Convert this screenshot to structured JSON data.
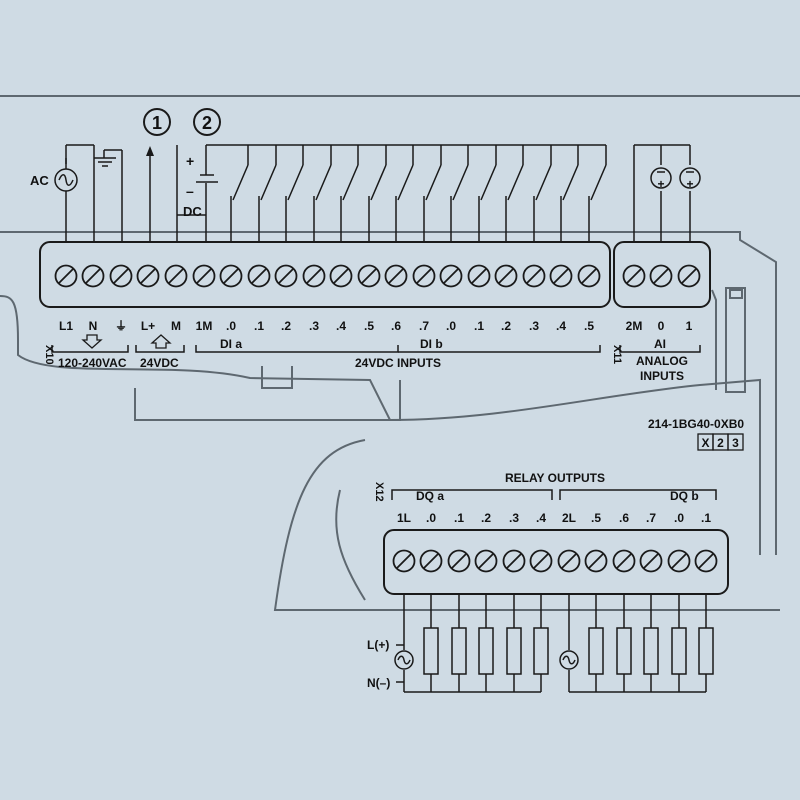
{
  "callouts": [
    "1",
    "2"
  ],
  "supply": {
    "ac_label": "AC",
    "dc_plus": "+",
    "dc_minus": "–",
    "dc_label": "DC"
  },
  "top_block": {
    "connector_id": "X10",
    "terminals": [
      "L1",
      "N",
      "⏚",
      "L+",
      "M",
      "1M",
      ".0",
      ".1",
      ".2",
      ".3",
      ".4",
      ".5",
      ".6",
      ".7",
      ".0",
      ".1",
      ".2",
      ".3",
      ".4",
      ".5"
    ],
    "groups": {
      "power": "120-240VAC",
      "sensor": "24VDC",
      "dia": "DI a",
      "dib": "DI b",
      "inputs": "24VDC INPUTS"
    }
  },
  "analog_block": {
    "connector_id": "X11",
    "terminals": [
      "2M",
      "0",
      "1"
    ],
    "group": "AI",
    "title_line1": "ANALOG",
    "title_line2": "INPUTS",
    "source_symbol": "+"
  },
  "part_number": "214-1BG40-0XB0",
  "version_boxes": [
    "X",
    "2",
    "3"
  ],
  "relay_block": {
    "connector_id": "X12",
    "title": "RELAY OUTPUTS",
    "group_a": "DQ a",
    "group_b": "DQ b",
    "terminals": [
      "1L",
      ".0",
      ".1",
      ".2",
      ".3",
      ".4",
      "2L",
      ".5",
      ".6",
      ".7",
      ".0",
      ".1"
    ]
  },
  "load_supply": {
    "l_label": "L(+)",
    "n_label": "N(–)"
  },
  "colors": {
    "background": "#cfdbe4",
    "line": "#1a1a1a",
    "housing": "#5e6870"
  }
}
